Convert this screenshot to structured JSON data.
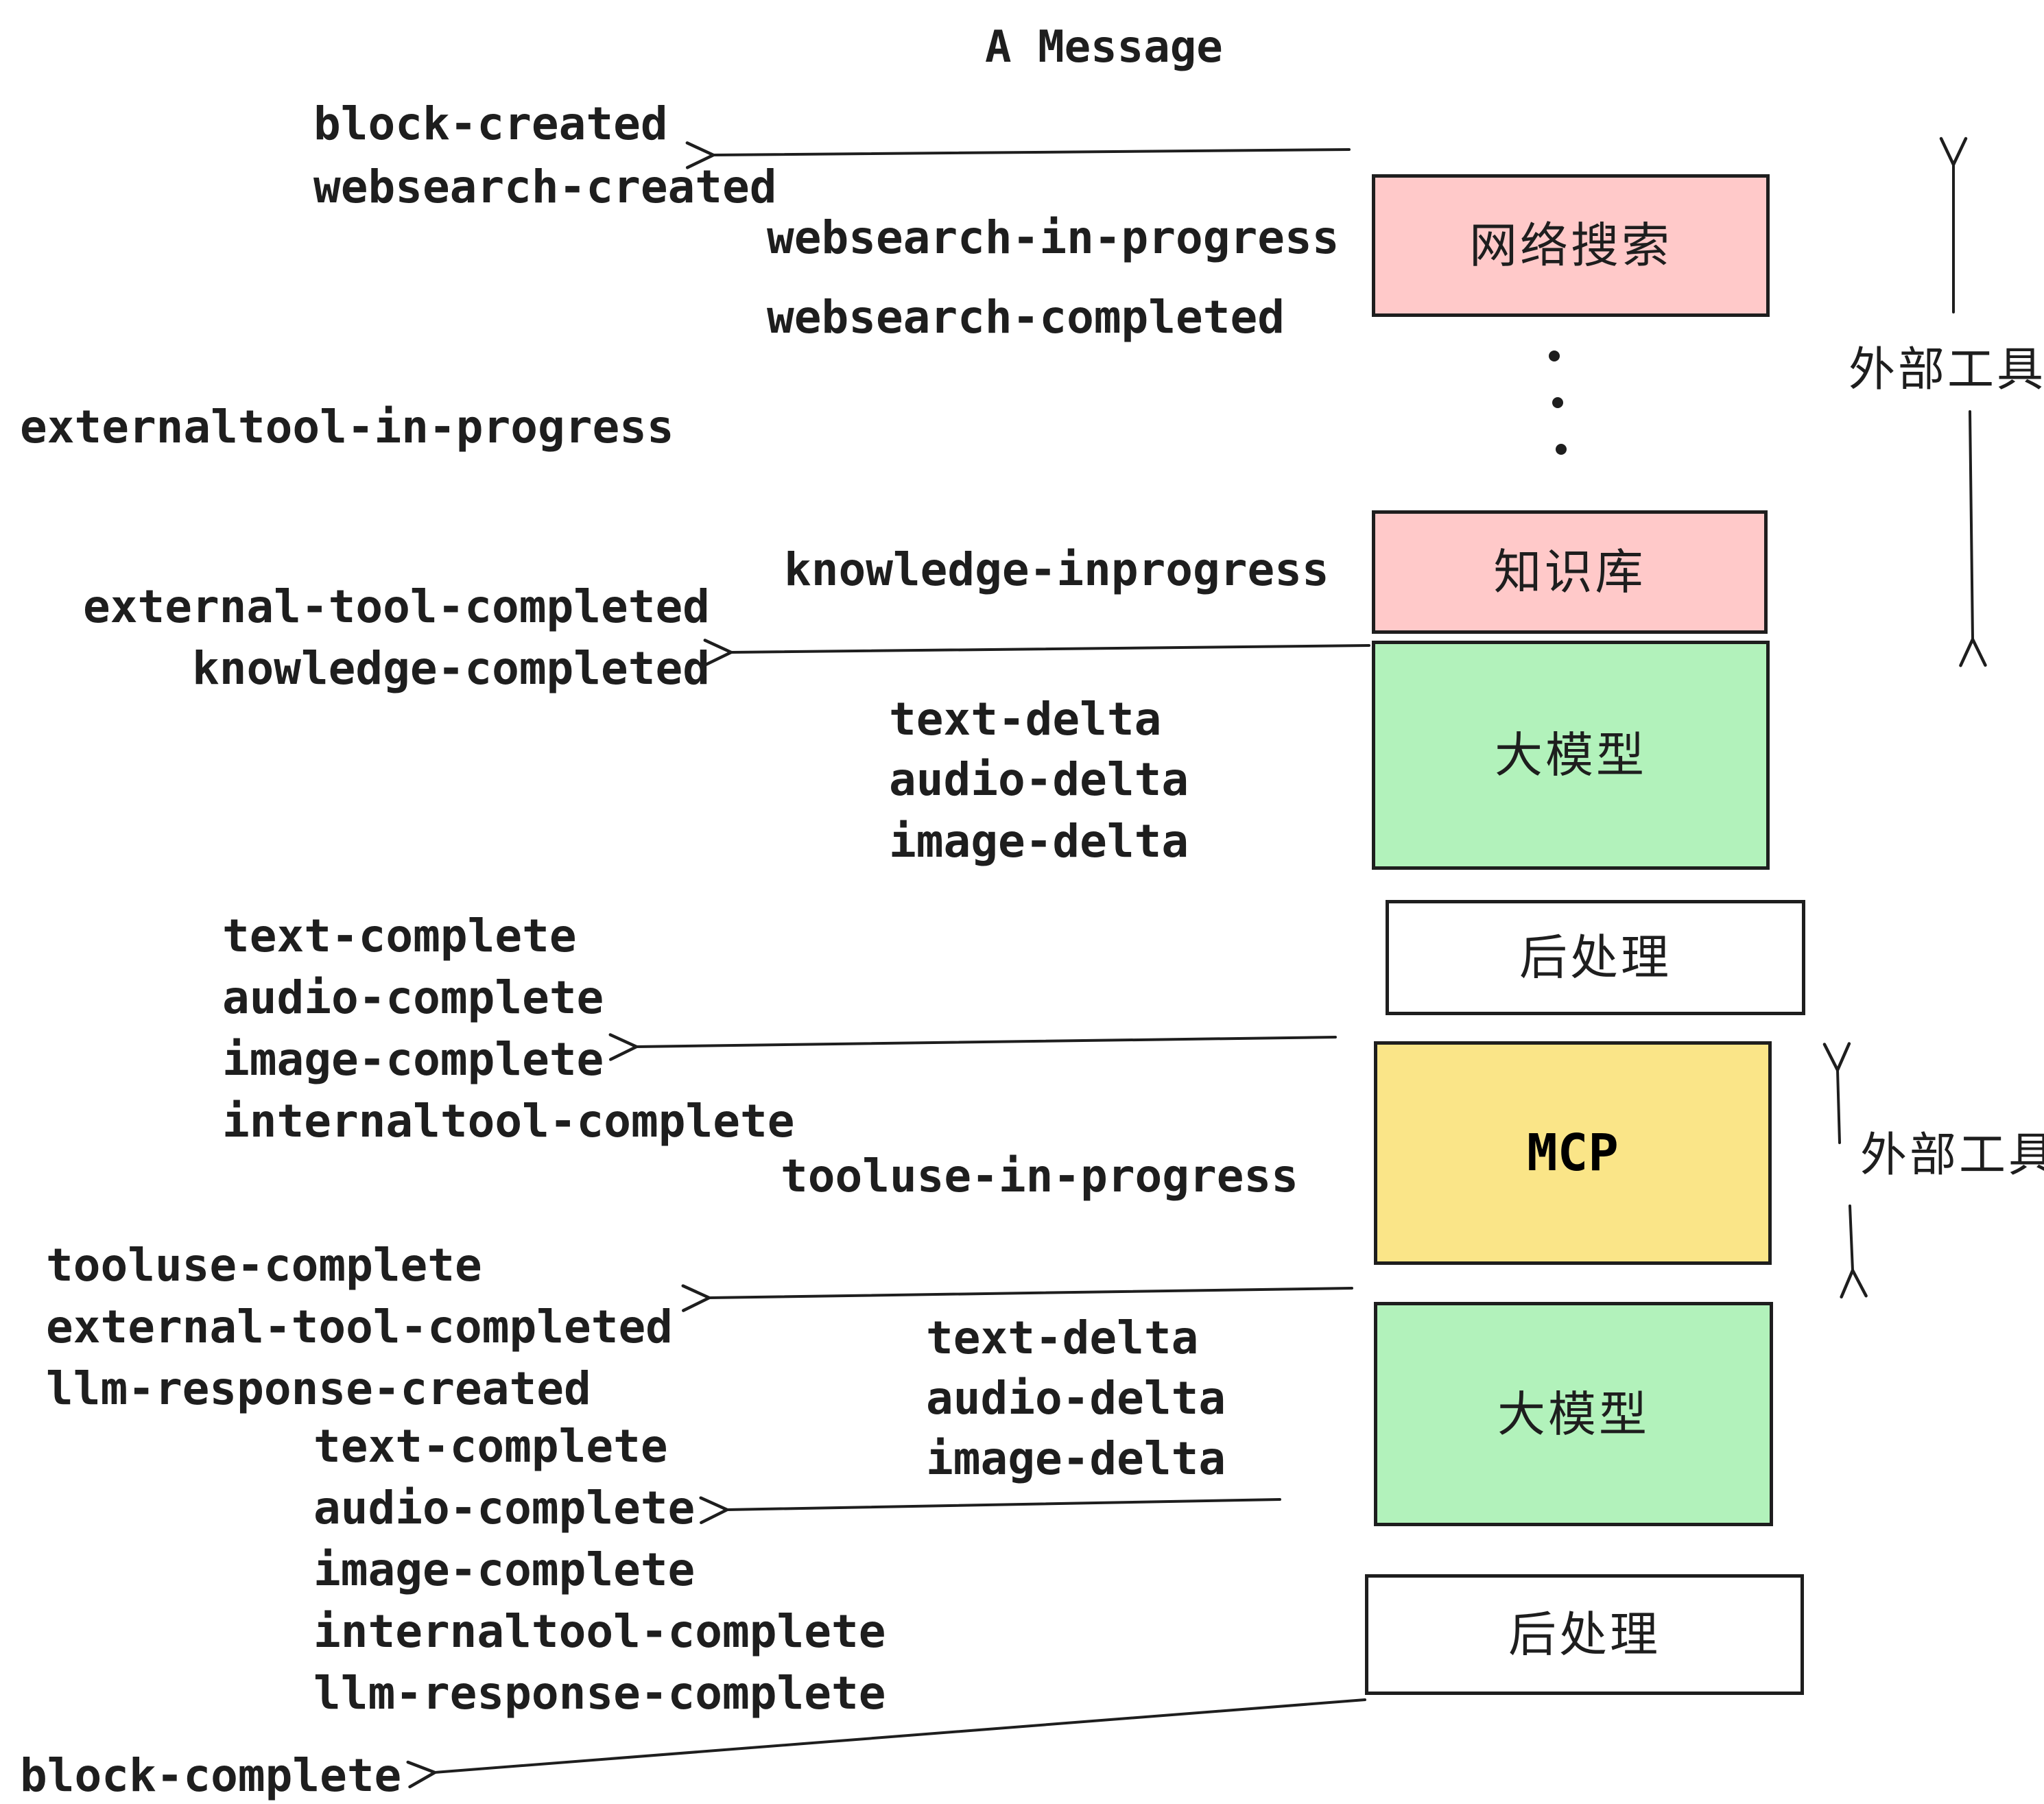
{
  "title": "A Message",
  "colors": {
    "box_pink": "#ffc9c9",
    "box_green": "#b2f2bb",
    "box_yellow": "#fae588",
    "box_white": "#ffffff",
    "stroke": "#1e1e1e",
    "text": "#1e1e1e"
  },
  "boxes": {
    "websearch": {
      "label": "网络搜索"
    },
    "knowledge": {
      "label": "知识库"
    },
    "llm_top": {
      "label": "大模型"
    },
    "post_top": {
      "label": "后处理"
    },
    "mcp": {
      "label": "MCP"
    },
    "llm_bottom": {
      "label": "大模型"
    },
    "post_bottom": {
      "label": "后处理"
    }
  },
  "side_labels": [
    "外部工具",
    "外部工具"
  ],
  "events": [
    "block-created",
    "websearch-created",
    "websearch-in-progress",
    "websearch-completed",
    "externaltool-in-progress",
    "knowledge-inprogress",
    "external-tool-completed",
    "knowledge-completed",
    "text-delta",
    "audio-delta",
    "image-delta",
    "text-complete",
    "audio-complete",
    "image-complete",
    "internaltool-complete",
    "tooluse-in-progress",
    "tooluse-complete",
    "external-tool-completed",
    "llm-response-created",
    "text-complete",
    "audio-complete",
    "image-complete",
    "internaltool-complete",
    "llm-response-complete",
    "text-delta",
    "audio-delta",
    "image-delta",
    "block-complete"
  ]
}
